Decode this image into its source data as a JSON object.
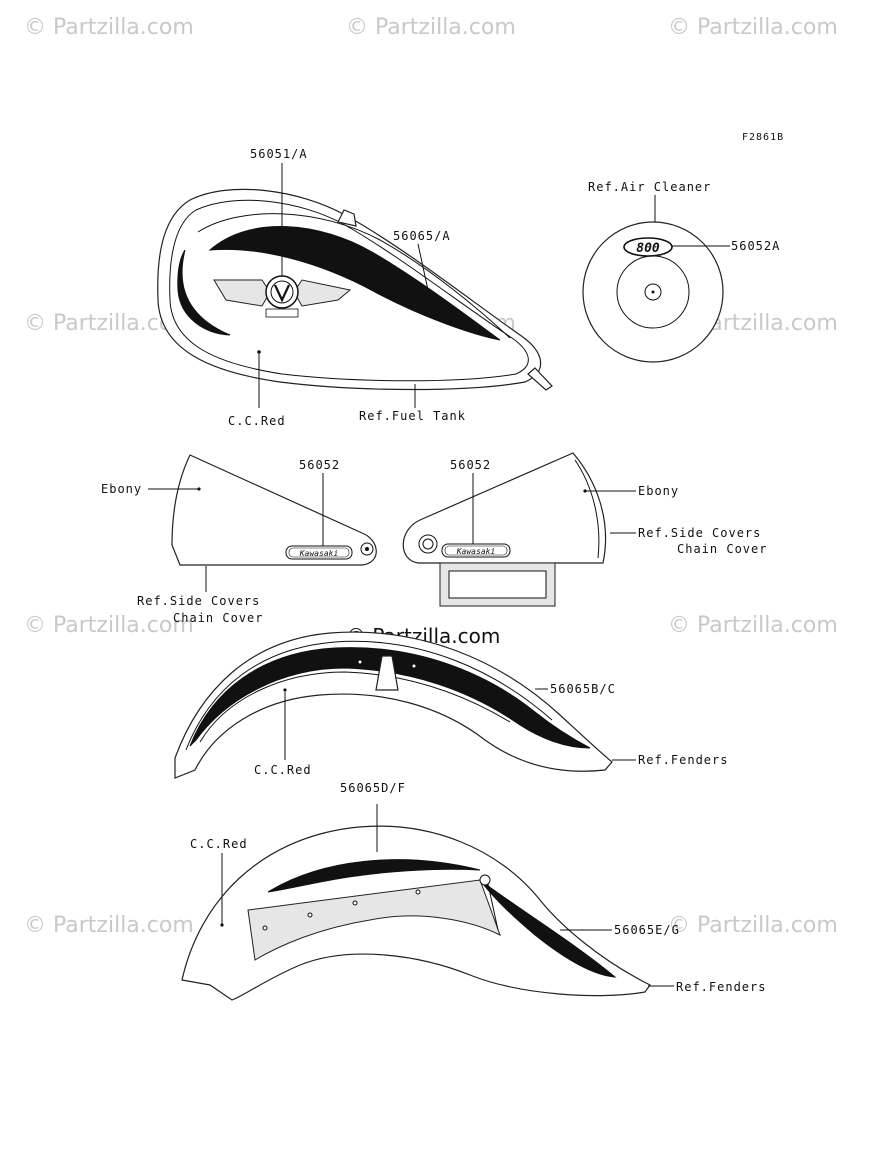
{
  "figure_code": "F2861B",
  "watermarks": [
    "© Partzilla.com"
  ],
  "center_watermark": "© Partzilla.com",
  "badges": {
    "air_cleaner_emblem": "800",
    "side_cover_emblem": "Kawasaki"
  },
  "labels": {
    "tank_emblem": "56051/A",
    "tank_stripe": "56065/A",
    "air_cleaner_ref": "Ref.Air Cleaner",
    "air_cleaner_decal": "56052A",
    "tank_color": "C.C.Red",
    "fuel_tank_ref": "Ref.Fuel Tank",
    "left_cover_color": "Ebony",
    "left_cover_decal": "56052",
    "left_cover_ref_1": "Ref.Side Covers",
    "left_cover_ref_2": "Chain Cover",
    "right_cover_decal": "56052",
    "right_cover_color": "Ebony",
    "right_cover_ref_1": "Ref.Side Covers",
    "right_cover_ref_2": "Chain Cover",
    "front_fender_stripe": "56065B/C",
    "front_fender_color": "C.C.Red",
    "front_fender_ref": "Ref.Fenders",
    "rear_fender_stripe_top": "56065D/F",
    "rear_fender_color": "C.C.Red",
    "rear_fender_stripe_side": "56065E/G",
    "rear_fender_ref": "Ref.Fenders"
  }
}
